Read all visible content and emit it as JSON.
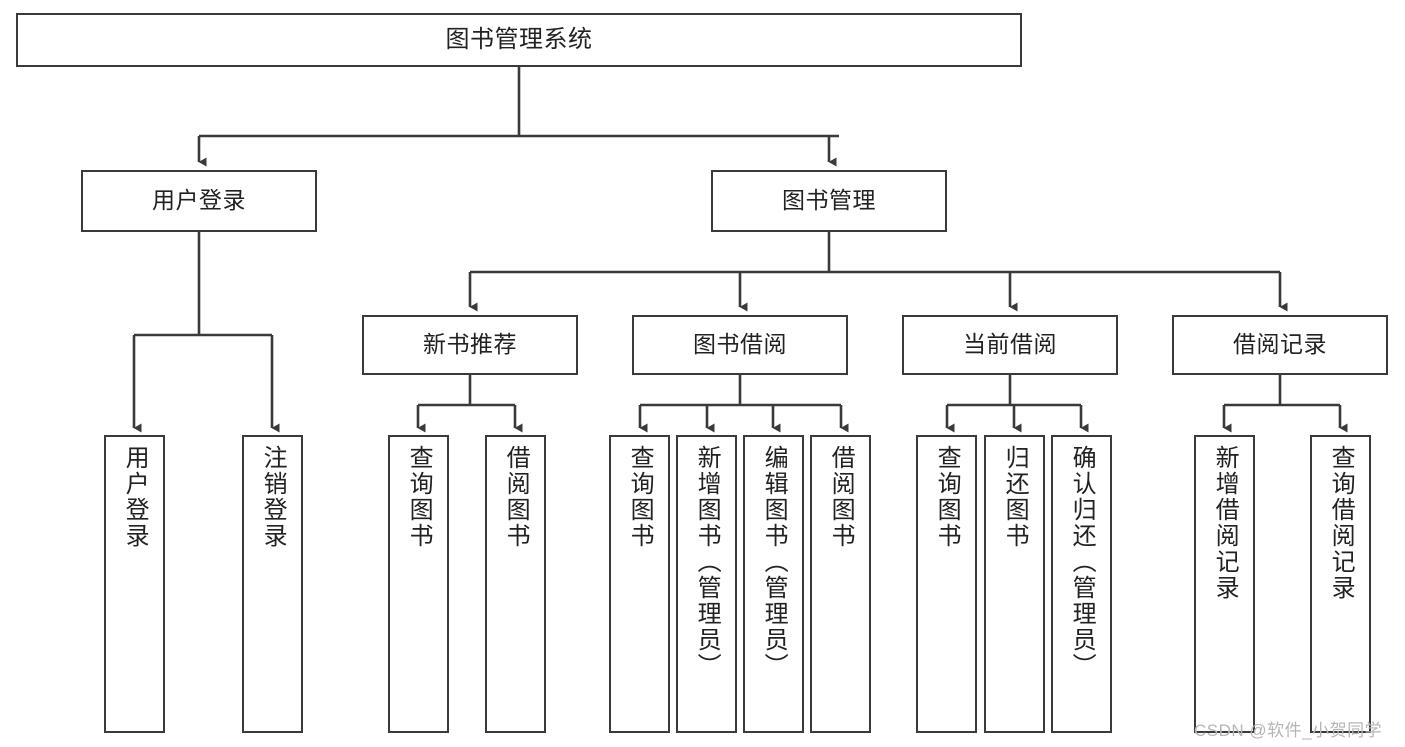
{
  "diagram": {
    "title": "图书管理系统",
    "type": "tree",
    "levels": {
      "root": {
        "label": "图书管理系统"
      },
      "level2": [
        {
          "label": "用户登录"
        },
        {
          "label": "图书管理"
        }
      ],
      "level3": [
        {
          "label": "新书推荐"
        },
        {
          "label": "图书借阅"
        },
        {
          "label": "当前借阅"
        },
        {
          "label": "借阅记录"
        }
      ],
      "leaves": [
        {
          "label": "用户登录",
          "parent": "用户登录"
        },
        {
          "label": "注销登录",
          "parent": "用户登录"
        },
        {
          "label": "查询图书",
          "parent": "新书推荐"
        },
        {
          "label": "借阅图书",
          "parent": "新书推荐"
        },
        {
          "label": "查询图书",
          "parent": "图书借阅"
        },
        {
          "label": "新增图书（管理员）",
          "parent": "图书借阅"
        },
        {
          "label": "编辑图书（管理员）",
          "parent": "图书借阅"
        },
        {
          "label": "借阅图书",
          "parent": "图书借阅"
        },
        {
          "label": "查询图书",
          "parent": "当前借阅"
        },
        {
          "label": "归还图书",
          "parent": "当前借阅"
        },
        {
          "label": "确认归还（管理员）",
          "parent": "当前借阅"
        },
        {
          "label": "新增借阅记录",
          "parent": "借阅记录"
        },
        {
          "label": "查询借阅记录",
          "parent": "借阅记录"
        }
      ]
    },
    "colors": {
      "stroke": "#3a3a3a",
      "fill": "#ffffff",
      "text": "#222222",
      "watermark": "#b6b6b6"
    }
  },
  "watermark": {
    "text": "CSDN @软件_小贺同学"
  }
}
